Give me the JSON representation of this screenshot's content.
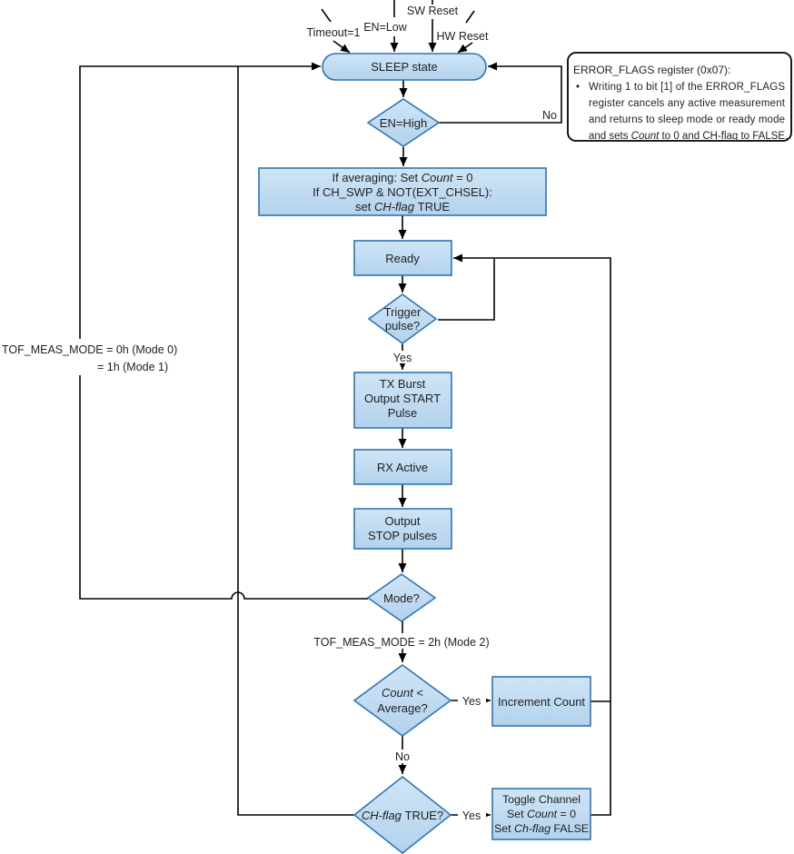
{
  "diagram": {
    "colors": {
      "node_fill": "#BDD7EE",
      "node_stroke": "#2E75B6",
      "line": "#000000",
      "note_border": "#000000"
    },
    "signals": {
      "timeout": "Timeout=1",
      "en_low": "EN=Low",
      "sw_reset": "SW Reset",
      "hw_reset": "HW Reset"
    },
    "nodes": {
      "sleep": "SLEEP state",
      "en_high": "EN=High",
      "init": {
        "l1a": "If averaging: Set ",
        "l1b": "Count",
        "l1c": " = 0",
        "l2": "If CH_SWP & NOT(EXT_CHSEL):",
        "l3a": "set ",
        "l3b": "CH-flag",
        "l3c": " TRUE"
      },
      "ready": "Ready",
      "trigger": {
        "l1": "Trigger",
        "l2": "pulse?"
      },
      "tx": {
        "l1": "TX Burst",
        "l2": "Output START",
        "l3": "Pulse"
      },
      "rx": "RX Active",
      "stop": {
        "l1": "Output",
        "l2": "STOP pulses"
      },
      "mode": "Mode?",
      "count_avg": {
        "l1a": "Count",
        "l1b": " <",
        "l2": "Average?"
      },
      "increment": "Increment Count",
      "chflag": {
        "l1a": "CH-flag",
        "l1b": " TRUE?"
      },
      "toggle": {
        "l1": "Toggle Channel",
        "l2a": "Set ",
        "l2b": "Count",
        "l2c": " = 0",
        "l3a": "Set ",
        "l3b": "Ch-flag",
        "l3c": " FALSE"
      }
    },
    "labels": {
      "yes_trigger": "Yes",
      "no_en": "No",
      "yes_count": "Yes",
      "no_count": "No",
      "yes_chflag": "Yes",
      "mode01_l1": "TOF_MEAS_MODE = 0h (Mode 0)",
      "mode01_l2": "= 1h (Mode 1)",
      "mode2": "TOF_MEAS_MODE = 2h (Mode 2)"
    },
    "note": {
      "title": "ERROR_FLAGS register (0x07):",
      "bullet": "•",
      "l1": "Writing 1 to bit [1] of the ERROR_FLAGS",
      "l2": "register cancels any active measurement",
      "l3": "and returns to sleep mode or ready mode",
      "l4a": "and sets ",
      "l4b": "Count",
      "l4c": " to 0 and CH-flag to FALSE."
    }
  }
}
